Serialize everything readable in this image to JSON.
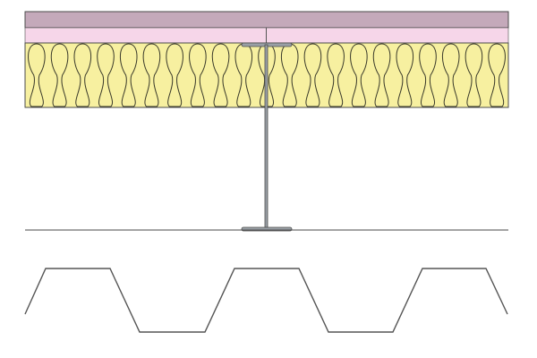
{
  "diagram": {
    "type": "construction-section",
    "layers": [
      {
        "name": "top-board",
        "color": "#c4a9ba"
      },
      {
        "name": "membrane",
        "color": "#f6d6e9"
      },
      {
        "name": "insulation",
        "color": "#f7f0a0",
        "pattern": "insulation-loops"
      }
    ],
    "beam": {
      "shape": "i-beam",
      "color": "#8a8f96"
    },
    "deck": {
      "shape": "trapezoidal-profile",
      "color": "#555555"
    },
    "line_color": "#4a4a4a"
  }
}
